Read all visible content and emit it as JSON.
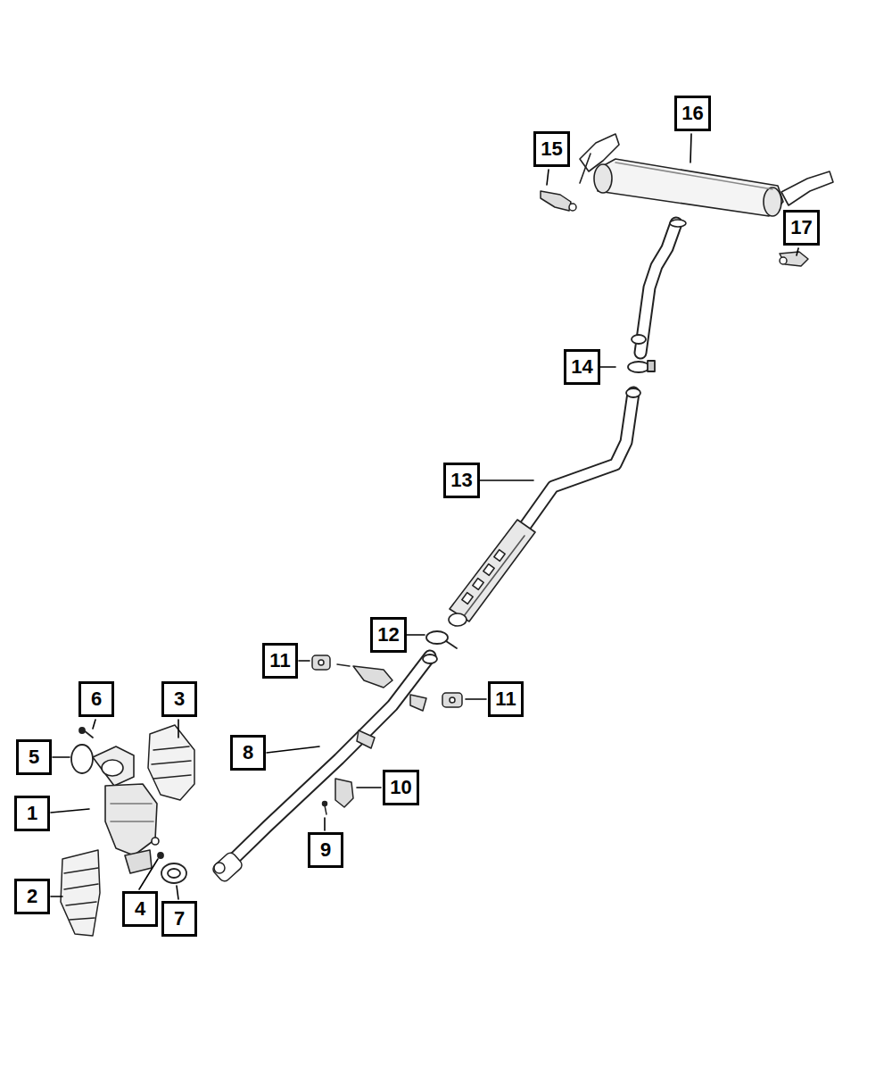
{
  "diagram": {
    "nodes": [
      {
        "text": [
          "16"
        ]
      },
      {
        "text": [
          "15"
        ]
      },
      {
        "text": [
          "17"
        ]
      },
      {
        "text": [
          "14"
        ]
      },
      {
        "text": [
          "13"
        ]
      },
      {
        "text": [
          "12"
        ]
      },
      {
        "text": [
          "11"
        ]
      },
      {
        "text": [
          "11"
        ]
      },
      {
        "text": [
          "6"
        ]
      },
      {
        "text": [
          "3"
        ]
      },
      {
        "text": [
          "8"
        ]
      },
      {
        "text": [
          "5"
        ]
      },
      {
        "text": [
          "10"
        ]
      },
      {
        "text": [
          "1"
        ]
      },
      {
        "text": [
          "9"
        ]
      },
      {
        "text": [
          "2"
        ]
      },
      {
        "text": [
          "4"
        ]
      },
      {
        "text": [
          "7"
        ]
      }
    ]
  }
}
